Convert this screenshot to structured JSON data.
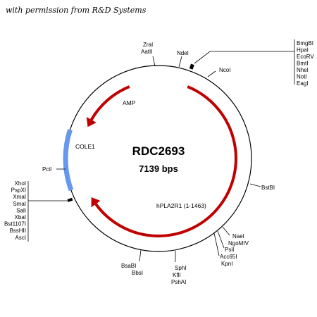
{
  "credit": "with permission from R&D Systems",
  "plasmid": {
    "name": "RDC2693",
    "size": "7139 bps"
  },
  "features": {
    "amp": "AMP",
    "cole1": "COLE1",
    "insert": "hPLA2R1 (1-1463)"
  },
  "sites": {
    "zral": "ZraI",
    "aatii": "AatII",
    "ndei": "NdeI",
    "ncoi": "NcoI",
    "bstbi": "BstBI",
    "pcii": "PciI",
    "naei": "NaeI",
    "ngomiv": "NgoMIV",
    "psii": "PsiI",
    "acc65i": "Acc65I",
    "kpni": "KpnI",
    "sphi": "SphI",
    "kfli": "KflI",
    "pshai": "PshAI",
    "bsabi": "BsaBI",
    "bbsi": "BbsI"
  },
  "mcs_right": [
    "BmgBI",
    "HpaI",
    "EcoRV",
    "BmtI",
    "NheI",
    "NotI",
    "EagI"
  ],
  "mcs_left": [
    "XhoI",
    "PspXI",
    "XmaI",
    "SmaI",
    "SalI",
    "XbaI",
    "Bst1107I",
    "BssHII",
    "AscI"
  ],
  "colors": {
    "backbone": "#000000",
    "arrow": "#c00000",
    "ori": "#6699ee"
  }
}
